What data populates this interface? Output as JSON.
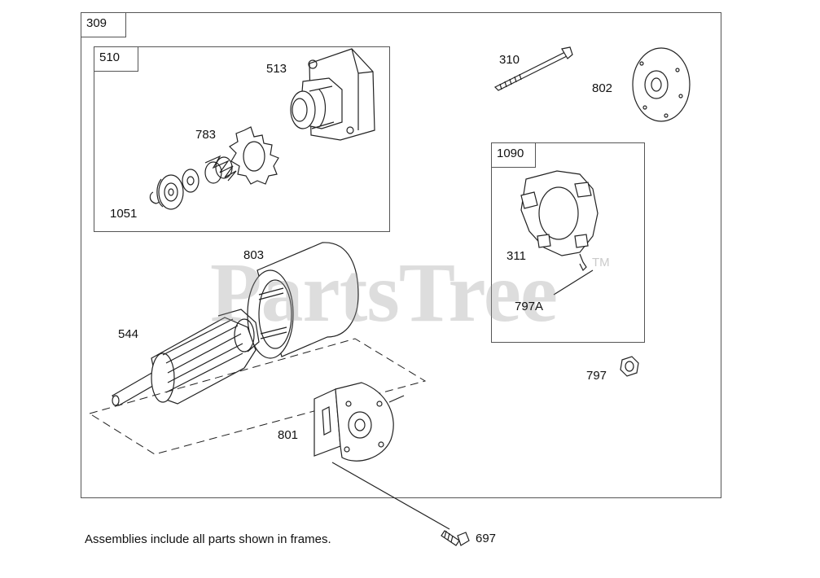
{
  "frames": {
    "main": "309",
    "drive": "510",
    "brush": "1090"
  },
  "callouts": {
    "p513": "513",
    "p783": "783",
    "p1051": "1051",
    "p310": "310",
    "p802": "802",
    "p311": "311",
    "p797a": "797A",
    "p803": "803",
    "p544": "544",
    "p797": "797",
    "p801": "801",
    "p697": "697"
  },
  "watermark": {
    "text": "PartsTree",
    "tm": "TM"
  },
  "footnote": "Assemblies include all parts shown in frames.",
  "colors": {
    "line": "#222222",
    "frame": "#555555",
    "watermark": "#969696"
  }
}
